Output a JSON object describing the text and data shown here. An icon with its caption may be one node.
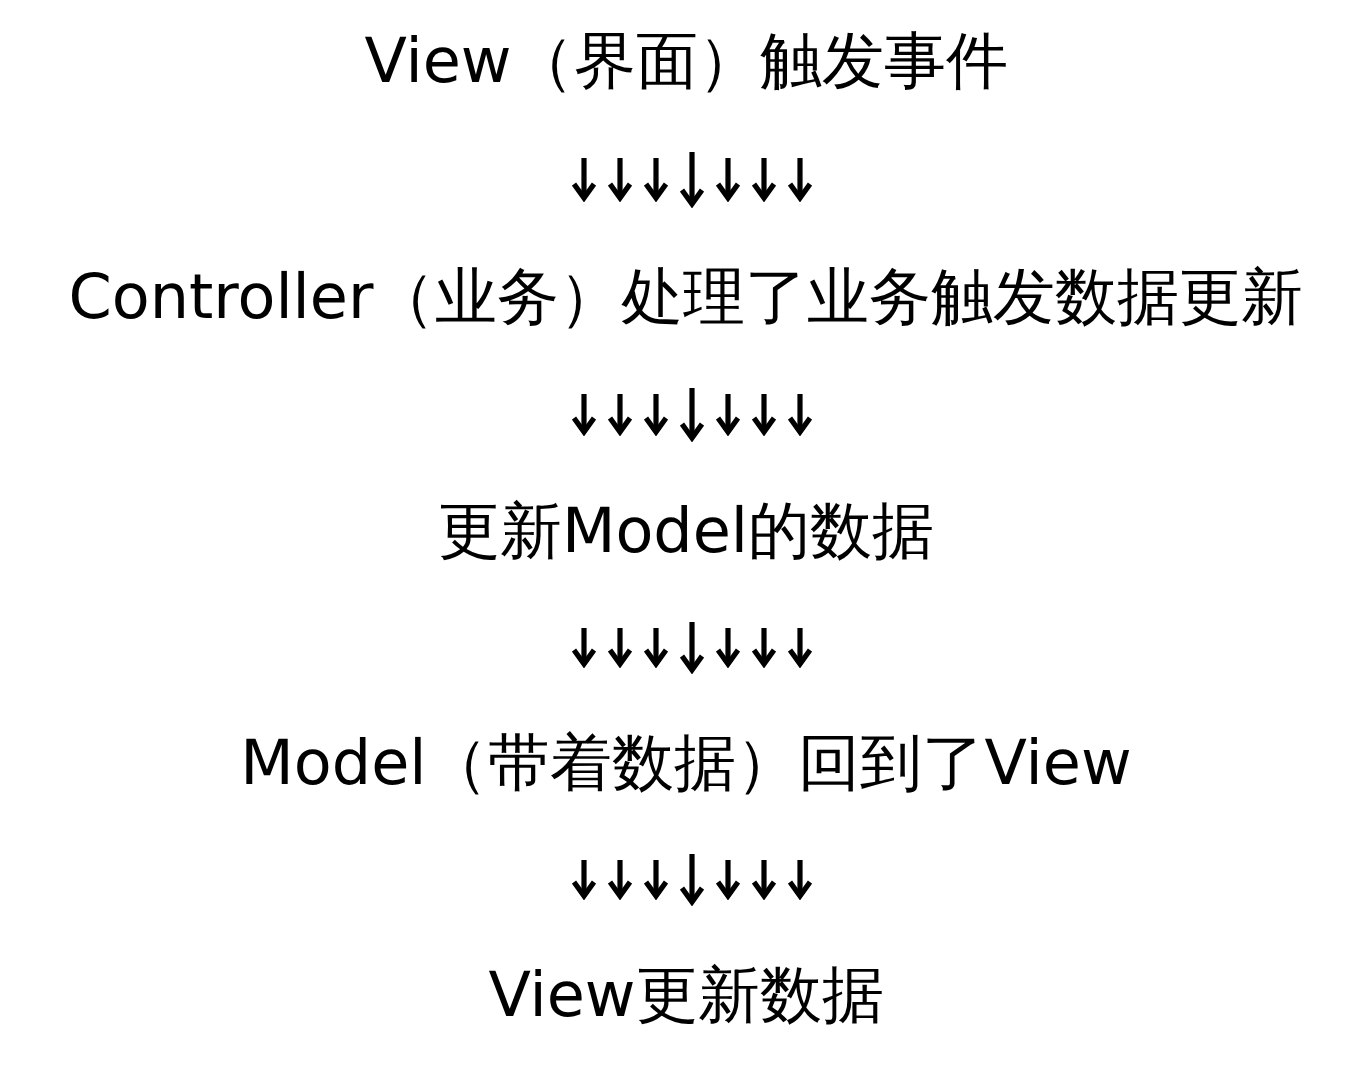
{
  "diagram": {
    "nodes": [
      {
        "text": [
          "View（界面）触发事件"
        ]
      },
      {
        "text": [
          "Controller（业务）处理了业务触发数据更新"
        ]
      },
      {
        "text": [
          "更新Model的数据"
        ]
      },
      {
        "text": [
          "Model（带着数据）回到了View"
        ]
      },
      {
        "text": [
          "View更新数据"
        ]
      }
    ],
    "edges": [
      {
        "from": 0,
        "to": 1,
        "arrow": "to"
      },
      {
        "from": 1,
        "to": 2,
        "arrow": "to"
      },
      {
        "from": 2,
        "to": 3,
        "arrow": "to"
      },
      {
        "from": 3,
        "to": 4,
        "arrow": "to"
      }
    ]
  }
}
